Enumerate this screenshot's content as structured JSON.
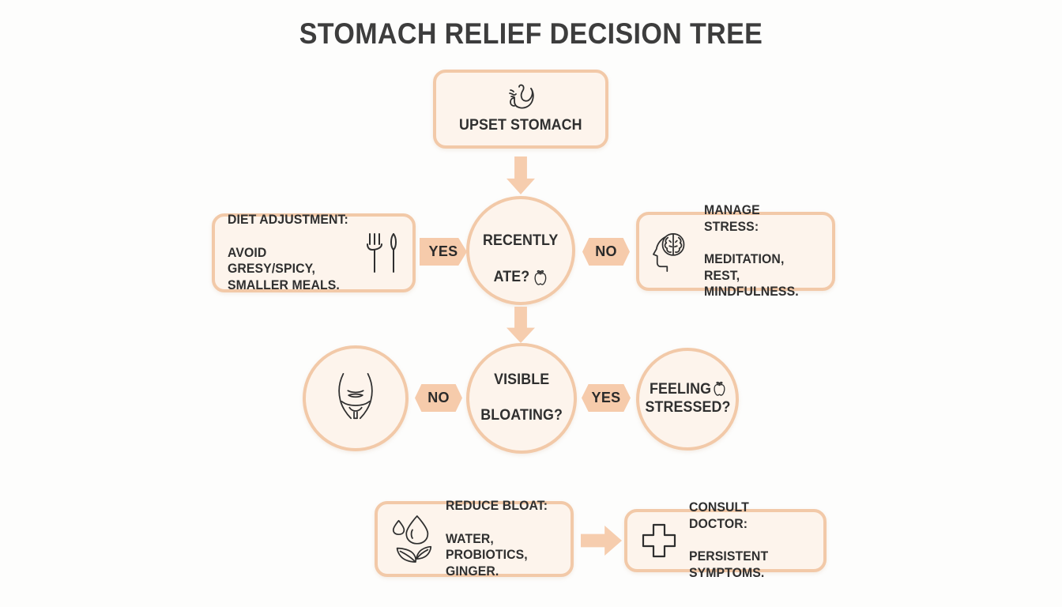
{
  "title": "STOMACH RELIEF DECISION TREE",
  "colors": {
    "background": "#fdfdfc",
    "node_fill": "#fdf4ec",
    "node_border": "#f2c9a8",
    "accent": "#f6cbab",
    "text": "#2f2f2f",
    "title_text": "#3d3d3d"
  },
  "nodes": {
    "upset_stomach": {
      "label": "UPSET STOMACH",
      "icon": "stomach-icon",
      "shape": "rounded-rect"
    },
    "recently_ate": {
      "label": "RECENTLY\nATE?",
      "line1": "RECENTLY",
      "line2": "ATE?",
      "icon": "apple-icon",
      "shape": "circle"
    },
    "diet_adjustment": {
      "lead": "DIET ADJUSTMENT:",
      "sub": "AVOID GRESY/SPICY,\nSMALLER MEALS.",
      "icon": "fork-knife-icon",
      "shape": "rounded-rect"
    },
    "manage_stress": {
      "lead": "MANAGE STRESS:",
      "sub": "MEDITATION, REST,\nMINDFULNESS.",
      "icon": "head-brain-icon",
      "shape": "rounded-rect"
    },
    "visible_bloating": {
      "label": "VISIBLE\nBLOATING?",
      "line1": "VISIBLE",
      "line2": "BLOATING?",
      "icon": "none",
      "shape": "circle"
    },
    "bloated_abdomen": {
      "label": "",
      "icon": "abdomen-icon",
      "shape": "circle"
    },
    "feeling_stressed": {
      "label": "FEELING\nSTRESSED?",
      "line1": "FEELING",
      "line2": "STRESSED?",
      "icon": "apple-icon",
      "shape": "circle"
    },
    "reduce_bloat": {
      "lead": "REDUCE BLOAT:",
      "sub": "WATER, PROBIOTICS,\nGINGER.",
      "icon": "water-drop-leaf-icon",
      "shape": "rounded-rect"
    },
    "consult_doctor": {
      "lead": "CONSULT DOCTOR:",
      "sub": "PERSISTENT SYMPTOMS.",
      "icon": "medical-cross-icon",
      "shape": "rounded-rect"
    }
  },
  "edges": [
    {
      "id": "yes_1",
      "label": "YES",
      "from": "recently_ate",
      "to": "diet_adjustment",
      "direction": "left"
    },
    {
      "id": "no_1",
      "label": "NO",
      "from": "recently_ate",
      "to": "manage_stress",
      "direction": "right"
    },
    {
      "id": "no_2",
      "label": "NO",
      "from": "visible_bloating",
      "to": "bloated_abdomen",
      "direction": "left"
    },
    {
      "id": "yes_2",
      "label": "YES",
      "from": "visible_bloating",
      "to": "feeling_stressed",
      "direction": "right"
    }
  ],
  "arrows": [
    {
      "id": "arrow_1",
      "direction": "down",
      "from": "upset_stomach",
      "to": "recently_ate"
    },
    {
      "id": "arrow_2",
      "direction": "down",
      "from": "recently_ate",
      "to": "visible_bloating"
    },
    {
      "id": "arrow_3",
      "direction": "right",
      "from": "reduce_bloat",
      "to": "consult_doctor"
    }
  ]
}
